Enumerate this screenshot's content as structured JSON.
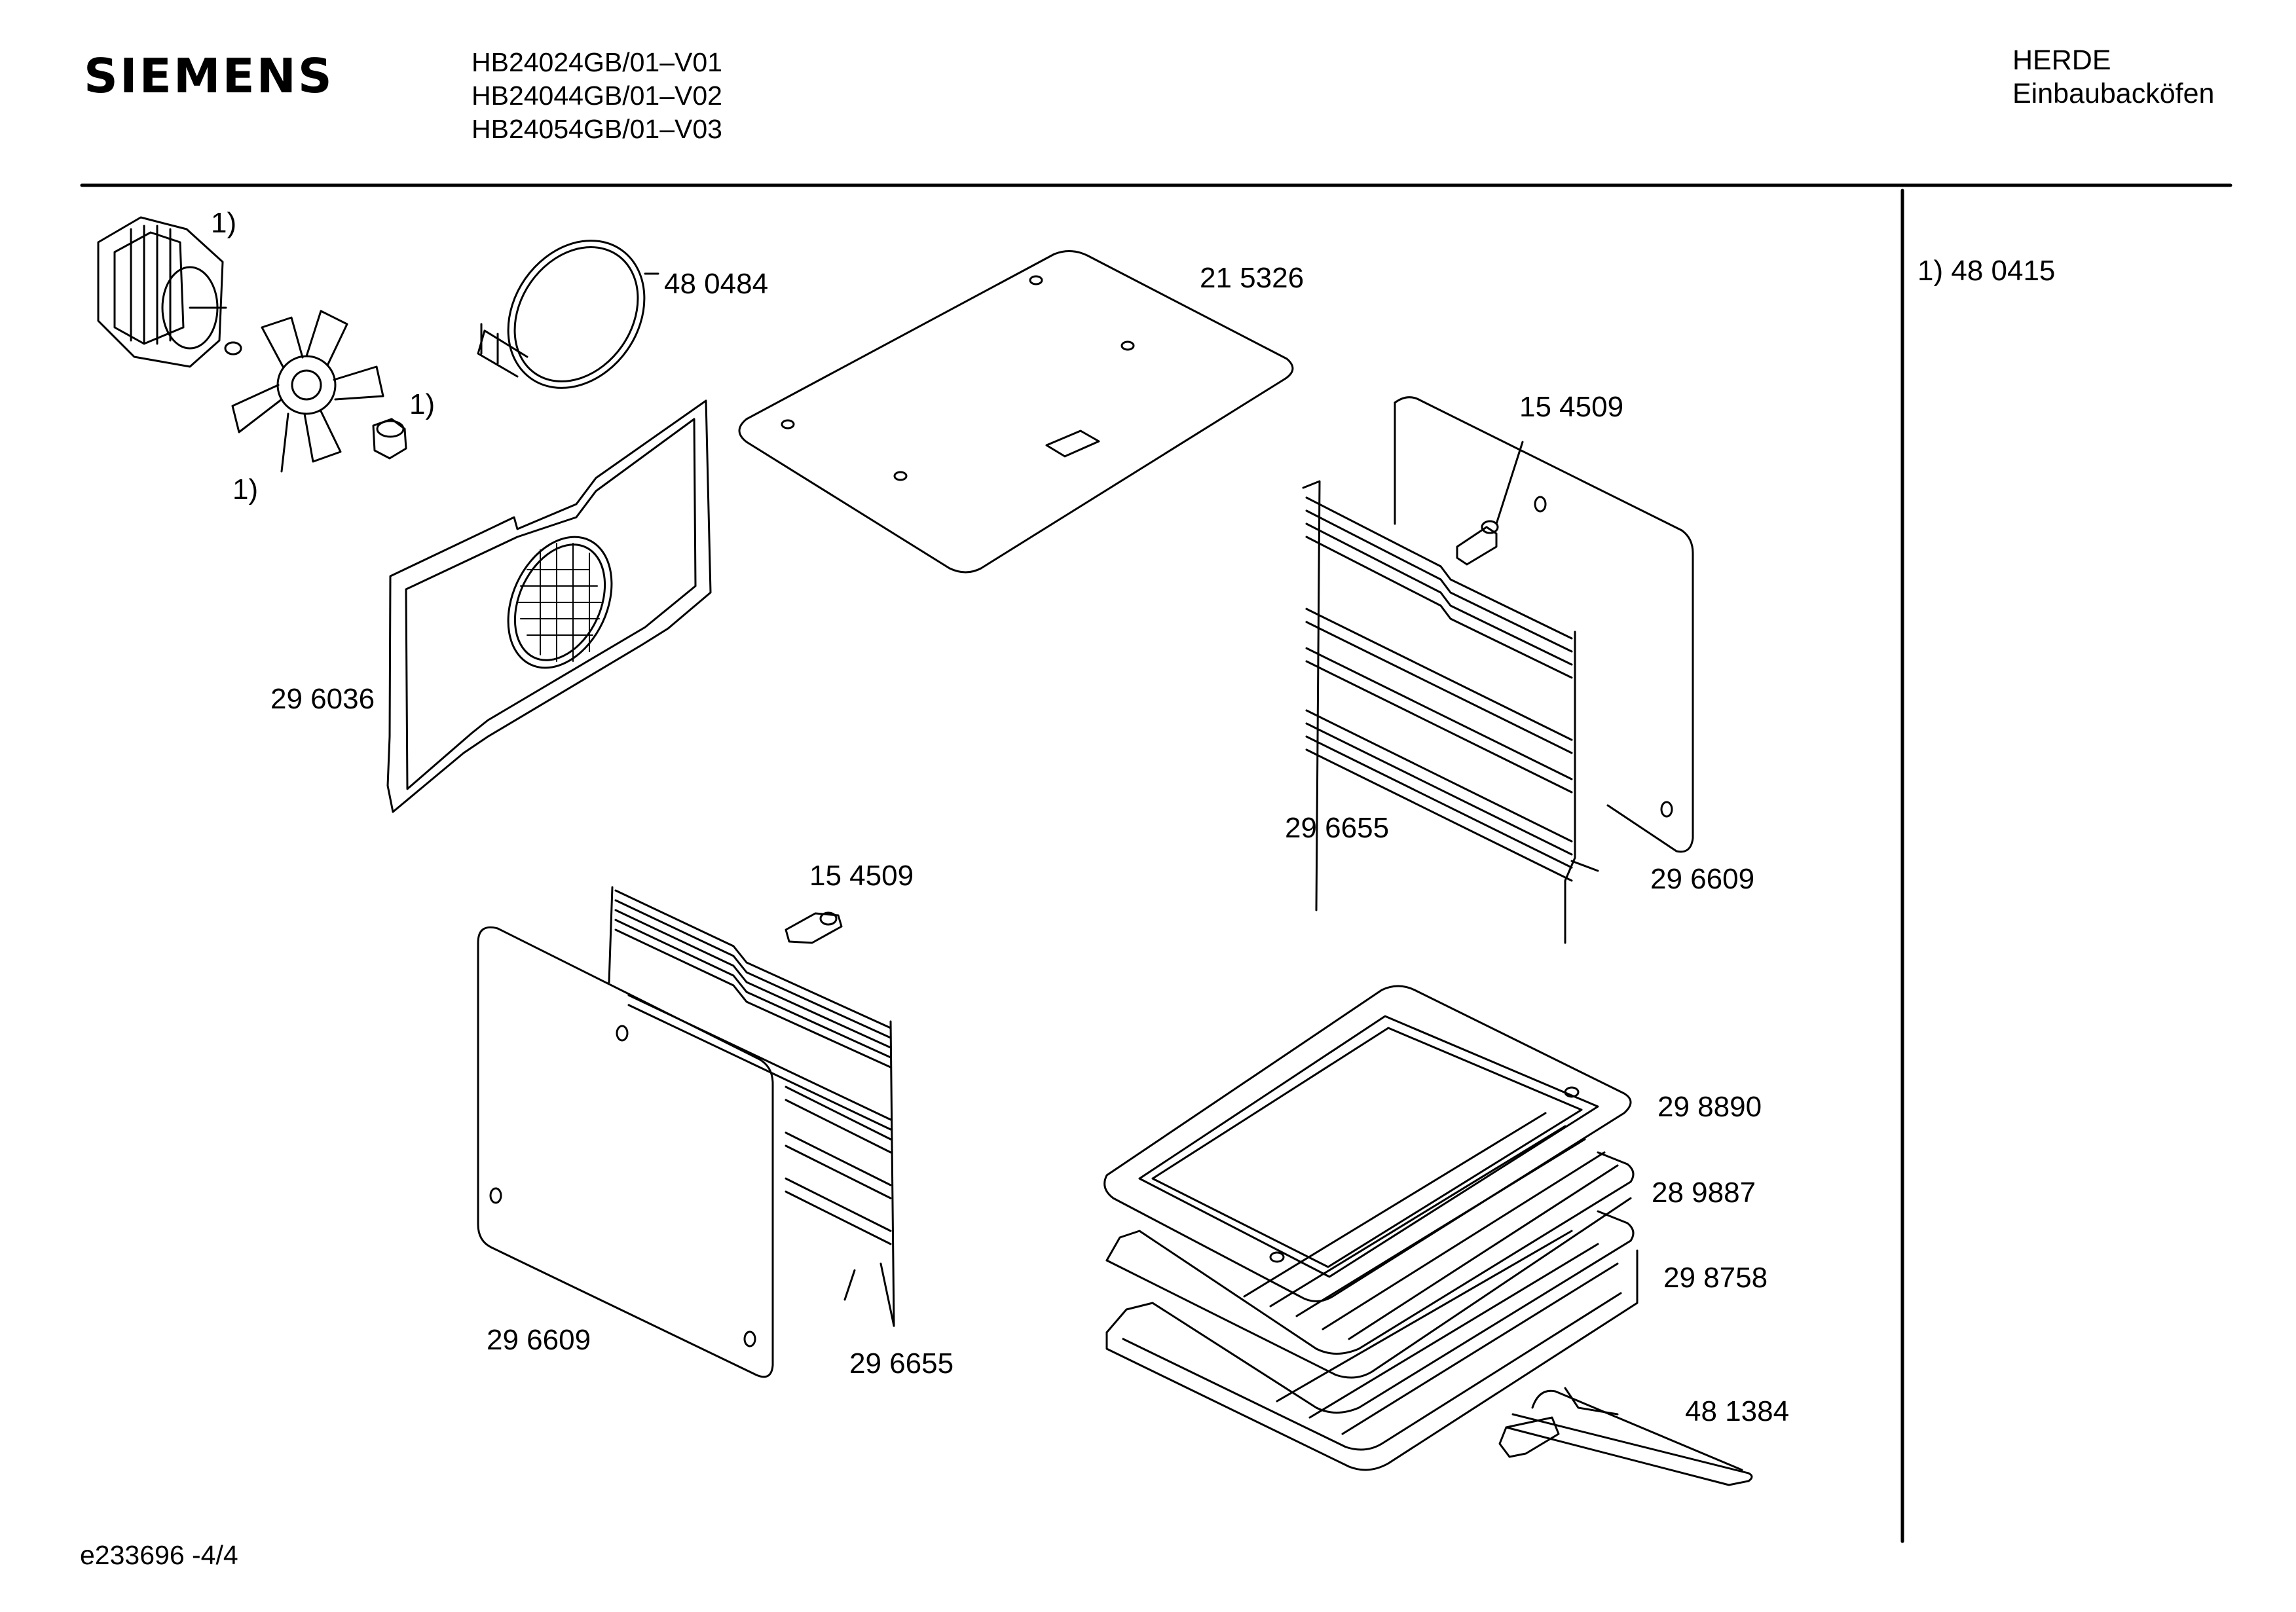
{
  "header": {
    "brand": "SIEMENS",
    "models": [
      "HB24024GB/01–V01",
      "HB24044GB/01–V02",
      "HB24054GB/01–V03"
    ],
    "category": "HERDE",
    "subcategory": "Einbaubacköfen"
  },
  "callouts": {
    "motor_note": "1)",
    "fan_note": "1)",
    "nut_note": "1)",
    "heating_element": "48 0484",
    "top_plate": "21 5326",
    "back_panel": "29 6036",
    "screw_right": "15 4509",
    "rail_right": "29 6655",
    "side_panel_right": "29 6609",
    "screw_left": "15 4509",
    "side_panel_left": "29 6609",
    "rail_left": "29 6655",
    "deep_tray": "29 8890",
    "grid_shelf": "28 9887",
    "shallow_tray": "29 8758",
    "tray_handle": "48 1384"
  },
  "notes": [
    "1)  48 0415"
  ],
  "footer": {
    "drawing_id": "e233696  -4/4"
  }
}
